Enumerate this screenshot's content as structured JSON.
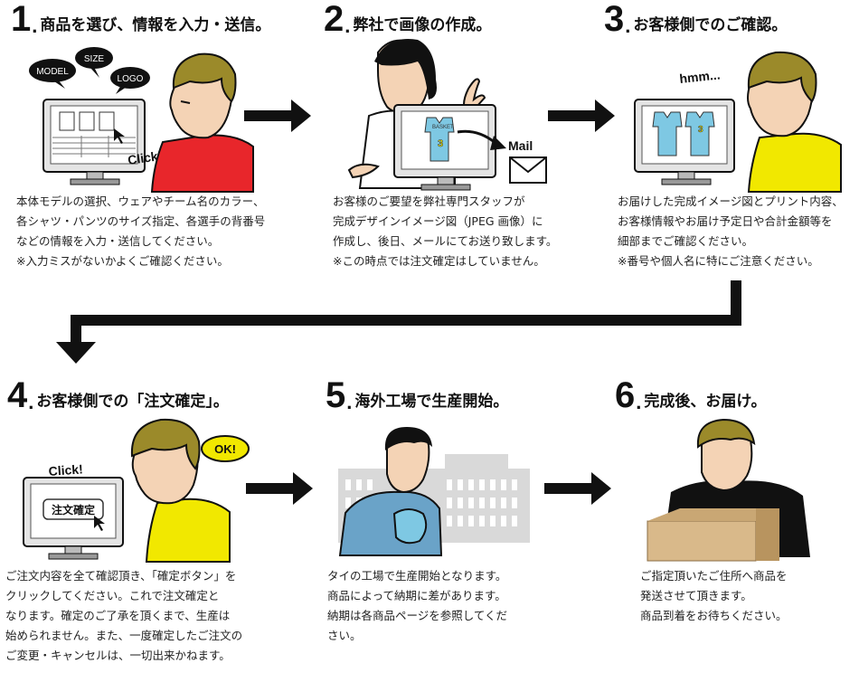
{
  "steps": [
    {
      "num": "1",
      "title": "商品を選び、情報を入力・送信。",
      "lines": [
        "本体モデルの選択、ウェアやチーム名のカラー、",
        "各シャツ・パンツのサイズ指定、各選手の背番号",
        "などの情報を入力・送信してください。",
        "※入力ミスがないかよくご確認ください。"
      ]
    },
    {
      "num": "2",
      "title": "弊社で画像の作成。",
      "lines": [
        "お客様のご要望を弊社専門スタッフが",
        "完成デザインイメージ図（JPEG 画像）に",
        "作成し、後日、メールにてお送り致します。",
        "※この時点では注文確定はしていません。"
      ]
    },
    {
      "num": "3",
      "title": "お客様側でのご確認。",
      "lines": [
        "お届けした完成イメージ図とプリント内容、",
        "お客様情報やお届け予定日や合計金額等を",
        "細部までご確認ください。",
        "※番号や個人名に特にご注意ください。"
      ]
    },
    {
      "num": "4",
      "title": "お客様側での「注文確定」。",
      "lines": [
        "ご注文内容を全て確認頂き、「確定ボタン」を",
        "クリックしてください。これで注文確定と",
        "なります。確定のご了承を頂くまで、生産は",
        "始められません。また、一度確定したご注文の",
        "ご変更・キャンセルは、一切出来かねます。"
      ]
    },
    {
      "num": "5",
      "title": "海外工場で生産開始。",
      "lines": [
        "タイの工場で生産開始となります。",
        "商品によって納期に差があります。",
        "納期は各商品ページを参照してくだ",
        "さい。"
      ]
    },
    {
      "num": "6",
      "title": "完成後、お届け。",
      "lines": [
        "ご指定頂いたご住所へ商品を",
        "発送させて頂きます。",
        "商品到着をお待ちください。"
      ]
    }
  ],
  "bubbles": {
    "model": "MODEL",
    "size": "SIZE",
    "logo": "LOGO",
    "ok": "OK!"
  },
  "illus": {
    "click1": "Click!",
    "click4": "Click!",
    "confirm_btn": "注文確定",
    "mail": "Mail",
    "hmm": "hmm...",
    "basket": "BASKET",
    "jersey_num": "3"
  },
  "colors": {
    "red_shirt": "#e8262b",
    "yellow_shirt": "#f1e800",
    "blue_shirt": "#6aa3c8",
    "jersey": "#7ec8e3",
    "hair": "#9b8a2a",
    "skin": "#f4d3b5"
  }
}
